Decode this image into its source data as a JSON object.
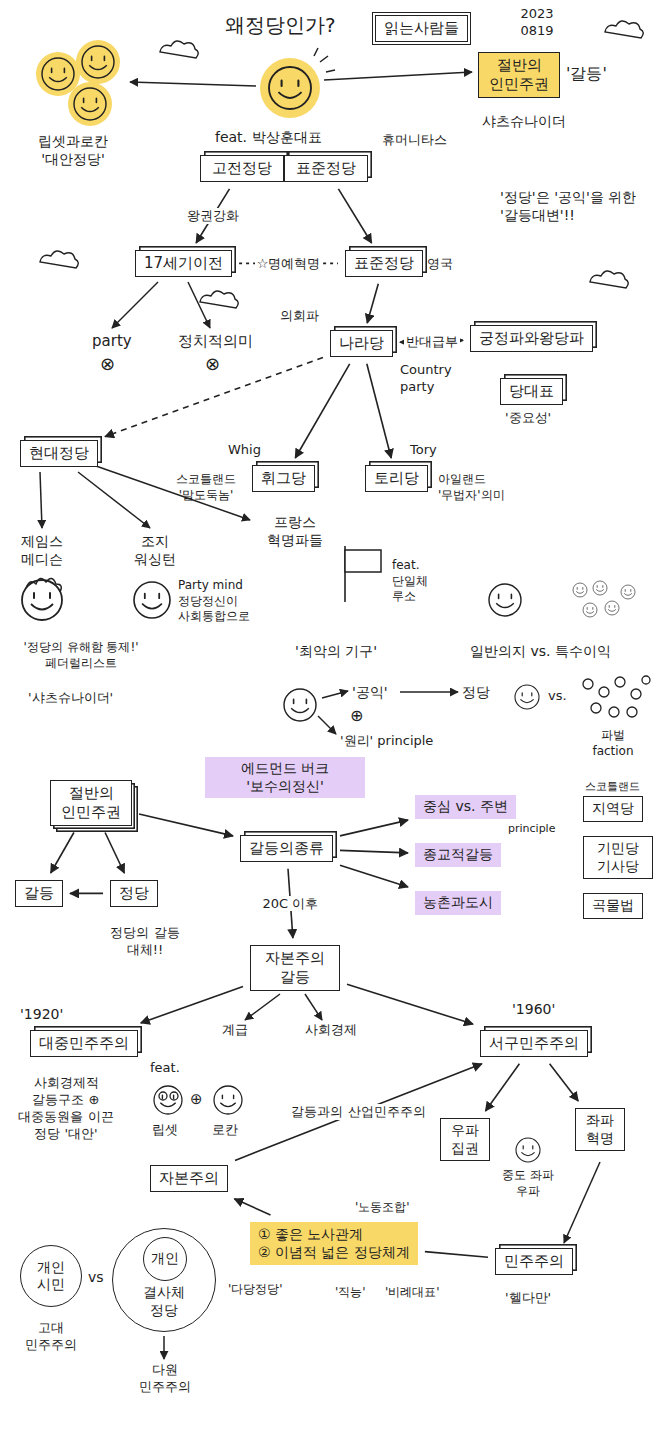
{
  "diagram": {
    "title": "왜정당인가?",
    "nodes": [
      {
        "text": [
          "읽는사람들"
        ]
      },
      {
        "text": [
          "절반의 인민주권"
        ]
      },
      {
        "text": [
          "고전정당"
        ]
      },
      {
        "text": [
          "표준정당"
        ]
      },
      {
        "text": [
          "17세기이전"
        ]
      },
      {
        "text": [
          "표준정당"
        ]
      },
      {
        "text": [
          "나라당"
        ]
      },
      {
        "text": [
          "궁정파와왕당파"
        ]
      },
      {
        "text": [
          "당대표"
        ]
      },
      {
        "text": [
          "현대정당"
        ]
      },
      {
        "text": [
          "휘그당"
        ]
      },
      {
        "text": [
          "토리당"
        ]
      },
      {
        "text": [
          "에드먼드 버크 '보수의정신'"
        ]
      },
      {
        "text": [
          "절반의 인민주권"
        ]
      },
      {
        "text": [
          "갈등"
        ]
      },
      {
        "text": [
          "정당"
        ]
      },
      {
        "text": [
          "갈등의종류"
        ]
      },
      {
        "text": [
          "중심 vs. 주변"
        ]
      },
      {
        "text": [
          "지역당"
        ]
      },
      {
        "text": [
          "종교적갈등"
        ]
      },
      {
        "text": [
          "기민당 기사당"
        ]
      },
      {
        "text": [
          "농촌과도시"
        ]
      },
      {
        "text": [
          "곡물법"
        ]
      },
      {
        "text": [
          "자본주의 갈등"
        ]
      },
      {
        "text": [
          "대중민주주의"
        ]
      },
      {
        "text": [
          "서구민주주의"
        ]
      },
      {
        "text": [
          "우파 집권"
        ]
      },
      {
        "text": [
          "좌파 혁명"
        ]
      },
      {
        "text": [
          "자본주의"
        ]
      },
      {
        "text": [
          "① 좋은 노사관계",
          "② 이념적 넓은 정당체계"
        ]
      },
      {
        "text": [
          "민주주의"
        ]
      },
      {
        "text": [
          "개인 시민"
        ]
      },
      {
        "text": [
          "결사체 정당"
        ]
      },
      {
        "text": [
          "개인"
        ],
        "in": 32
      }
    ],
    "edges": [
      {
        "from": 2,
        "to": 4,
        "arrow": "to",
        "label": "왕권강화"
      },
      {
        "from": 4,
        "to": 5,
        "arrow": "none",
        "label": "☆명예혁명"
      },
      {
        "from": 3,
        "to": 5,
        "arrow": "to"
      },
      {
        "from": 5,
        "to": 6,
        "arrow": "to"
      },
      {
        "from": 6,
        "to": 7,
        "arrow": "both",
        "label": "반대급부"
      },
      {
        "from": 6,
        "to": 9,
        "arrow": "to"
      },
      {
        "from": 6,
        "to": 10,
        "arrow": "to"
      },
      {
        "from": 6,
        "to": 11,
        "arrow": "to"
      },
      {
        "from": 13,
        "to": 14,
        "arrow": "to"
      },
      {
        "from": 13,
        "to": 15,
        "arrow": "to"
      },
      {
        "from": 13,
        "to": 16,
        "arrow": "to"
      },
      {
        "from": 15,
        "to": 14,
        "arrow": "to"
      },
      {
        "from": 16,
        "to": 17,
        "arrow": "to"
      },
      {
        "from": 16,
        "to": 19,
        "arrow": "to"
      },
      {
        "from": 16,
        "to": 21,
        "arrow": "to"
      },
      {
        "from": 16,
        "to": 23,
        "arrow": "to",
        "label": "20C 이후"
      },
      {
        "from": 23,
        "to": 24,
        "arrow": "to"
      },
      {
        "from": 23,
        "to": 25,
        "arrow": "to"
      },
      {
        "from": 28,
        "to": 25,
        "arrow": "to",
        "label": "갈등과의 산업민주주의"
      },
      {
        "from": 25,
        "to": 26,
        "arrow": "to"
      },
      {
        "from": 25,
        "to": 27,
        "arrow": "to"
      },
      {
        "from": 29,
        "to": 28,
        "arrow": "to"
      },
      {
        "from": 30,
        "to": 29,
        "arrow": "none"
      }
    ],
    "labels": [
      "2023 0819",
      "'갈등'",
      "샤츠슈나이더",
      "립셋과로칸 '대안정당'",
      "feat. 박상훈대표",
      "휴머니타스",
      "'정당'은 '공익'을 위한 '갈등대변'!!",
      "party",
      "⊗",
      "정치적의미",
      "⊗",
      "의회파",
      "영국",
      "Country party",
      "'중요성'",
      "Whig",
      "스코틀랜드 '말도둑놈'",
      "Tory",
      "아일랜드 '무법자'의미",
      "제임스 메디슨",
      "조지 워싱턴",
      "프랑스 혁명파들",
      "feat. 단일체 루소",
      "Party mind 정당정신이 사회통합으로",
      "'최악의 기구'",
      "'정당의 유해함 통제!' 페더럴리스트",
      "'샤츠슈나이더'",
      "일반의지 vs. 특수이익",
      "'공익'",
      "정당",
      "⊕",
      "'원리' principle",
      "vs.",
      "파벌 faction",
      "스코틀랜드",
      "principle",
      "정당의 갈등 대체!!",
      "'1920'",
      "계급",
      "사회경제",
      "'1960'",
      "feat.",
      "사회경제적 갈등구조 ⊕ 대중동원을 이끈 정당 '대안'",
      "립셋",
      "⊕",
      "로칸",
      "중도 좌파 우파",
      "'노동조합'",
      "'다당정당'",
      "'직능'",
      "'비례대표'",
      "'헬다만'",
      "vs",
      "고대 민주주의",
      "다원 민주주의"
    ]
  }
}
